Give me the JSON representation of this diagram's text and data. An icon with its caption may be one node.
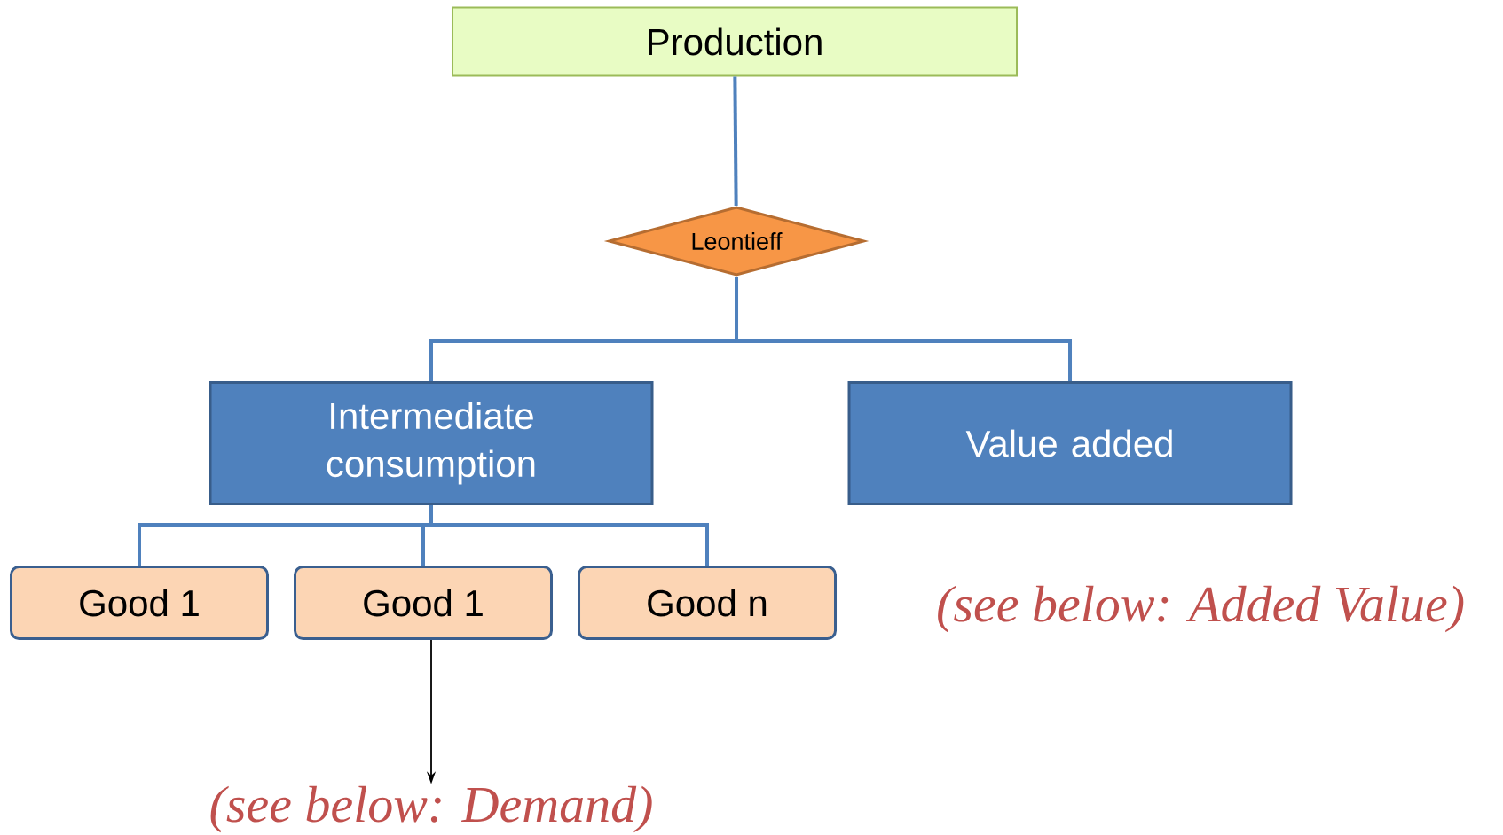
{
  "diagram": {
    "nodes": [
      {
        "text": [
          "Production"
        ]
      },
      {
        "text": [
          "Leontieff"
        ]
      },
      {
        "text": [
          "Intermediate consumption"
        ]
      },
      {
        "text": [
          "Value added"
        ]
      },
      {
        "text": [
          "Good 1"
        ]
      },
      {
        "text": [
          "Good 1"
        ]
      },
      {
        "text": [
          "Good n"
        ]
      },
      {
        "text": [
          "(see below: Demand)"
        ]
      }
    ],
    "edges": [
      {
        "from": 0,
        "to": 1,
        "arrow": "none"
      },
      {
        "from": 1,
        "to": 2,
        "arrow": "none"
      },
      {
        "from": 1,
        "to": 3,
        "arrow": "none"
      },
      {
        "from": 2,
        "to": 4,
        "arrow": "none"
      },
      {
        "from": 2,
        "to": 5,
        "arrow": "none"
      },
      {
        "from": 2,
        "to": 6,
        "arrow": "none"
      },
      {
        "from": 5,
        "to": 7,
        "arrow": "to",
        "color": "#000000"
      }
    ],
    "labels": [
      "(see below: Added Value)"
    ]
  }
}
